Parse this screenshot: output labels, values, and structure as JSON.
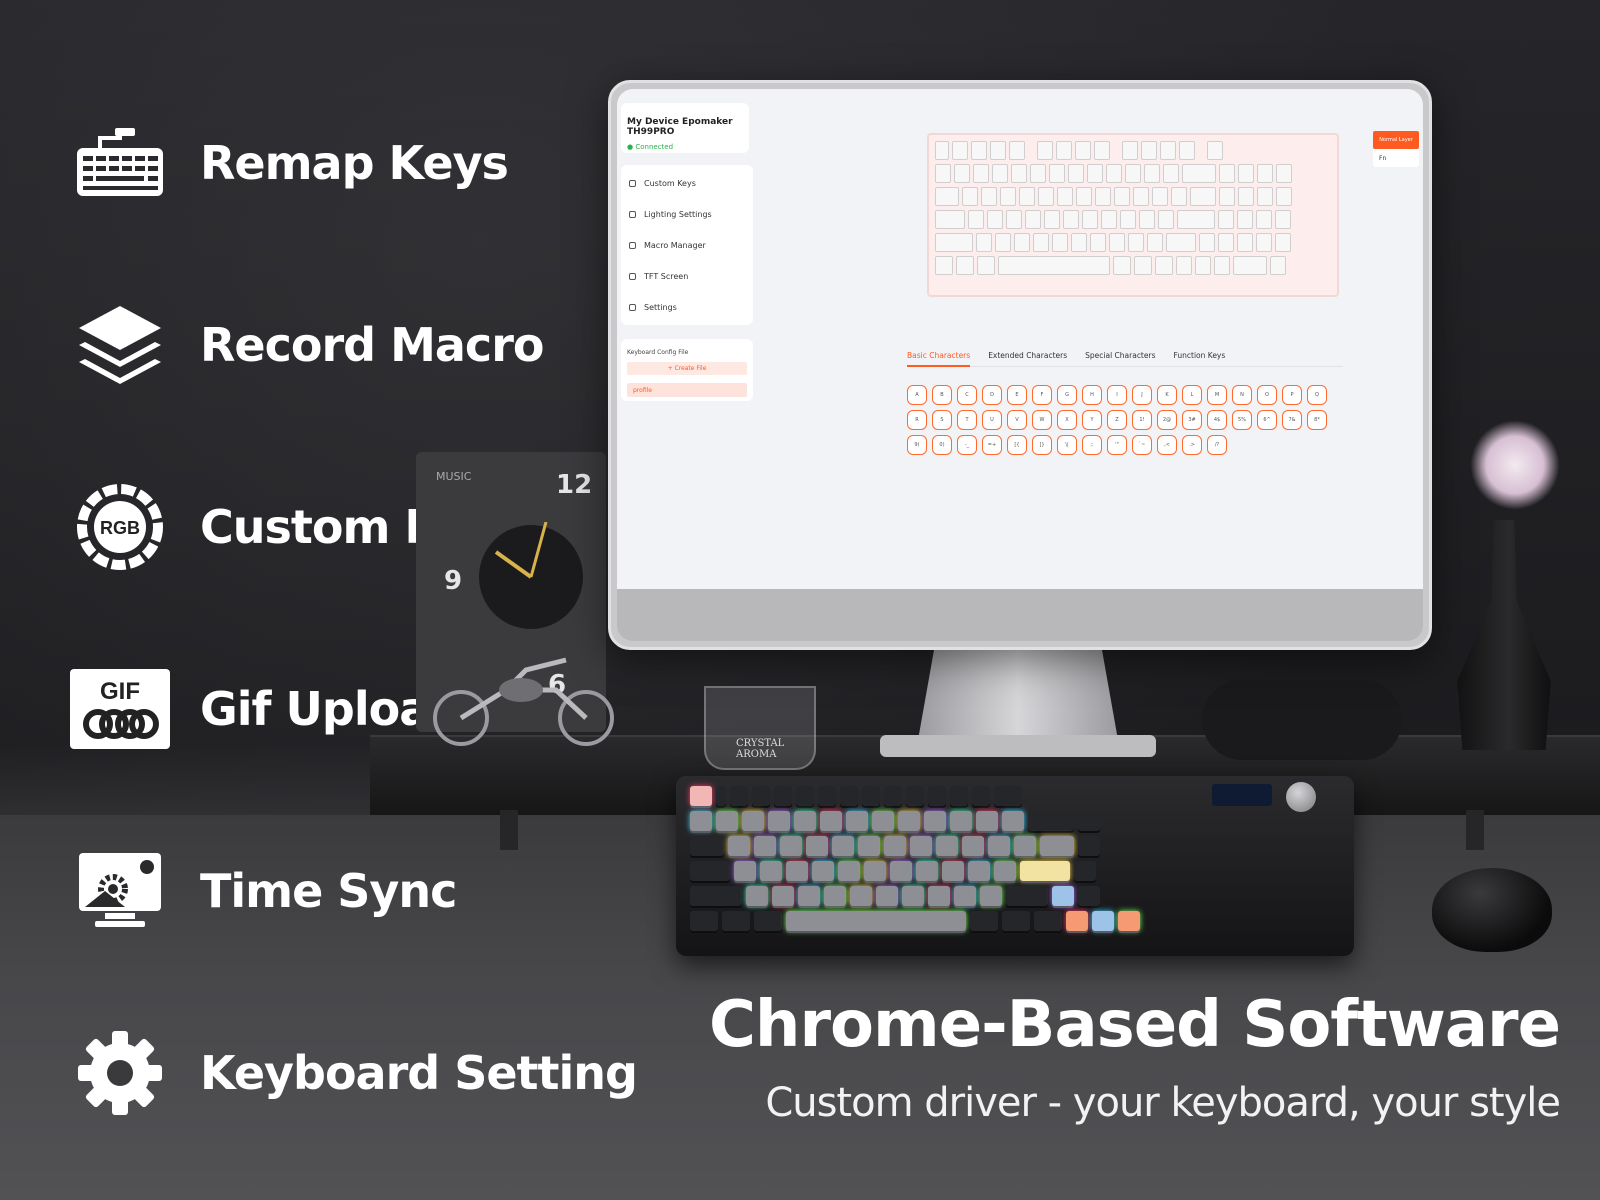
{
  "features": [
    {
      "label": "Remap Keys",
      "icon": "keyboard-icon"
    },
    {
      "label": "Record Macro",
      "icon": "layers-icon"
    },
    {
      "label": "Custom RGB",
      "icon": "rgb-icon",
      "icon_text": "RGB"
    },
    {
      "label": "Gif Upload",
      "icon": "gif-icon",
      "icon_text": "GIF"
    },
    {
      "label": "Time Sync",
      "icon": "monitor-gear-icon"
    },
    {
      "label": "Keyboard Setting",
      "icon": "gear-icon"
    }
  ],
  "app": {
    "device_title": "My Device Epomaker TH99PRO",
    "device_status": "Connected",
    "nav": [
      "Custom Keys",
      "Lighting Settings",
      "Macro Manager",
      "TFT Screen",
      "Settings"
    ],
    "config_title": "Keyboard Config File",
    "create_file": "+ Create File",
    "profile": "profile",
    "layers": {
      "active": "Normal Layer",
      "other": "Fn"
    },
    "tabs": [
      "Basic Characters",
      "Extended Characters",
      "Special Characters",
      "Function Keys"
    ],
    "chars": [
      "A",
      "B",
      "C",
      "D",
      "E",
      "F",
      "G",
      "H",
      "I",
      "J",
      "K",
      "L",
      "M",
      "N",
      "O",
      "P",
      "Q",
      "R",
      "S",
      "T",
      "U",
      "V",
      "W",
      "X",
      "Y",
      "Z",
      "1!",
      "2@",
      "3#",
      "4$",
      "5%",
      "6^",
      "7&",
      "8*",
      "9(",
      "0)",
      "-_",
      "=+",
      "[{",
      "]}",
      "\\|",
      ";:",
      "'\"",
      "`~",
      ",<",
      ".>",
      "/?"
    ]
  },
  "props": {
    "clock_label": "MUSIC",
    "clock_12": "12",
    "clock_9": "9",
    "clock_6": "6",
    "glass_text": "CRYSTAL AROMA"
  },
  "headline": "Chrome-Based Software",
  "subheadline": "Custom driver - your keyboard, your style",
  "colors": {
    "accent": "#ff5a1f",
    "connected": "#2bb24c",
    "background": "#1d1d1f"
  }
}
